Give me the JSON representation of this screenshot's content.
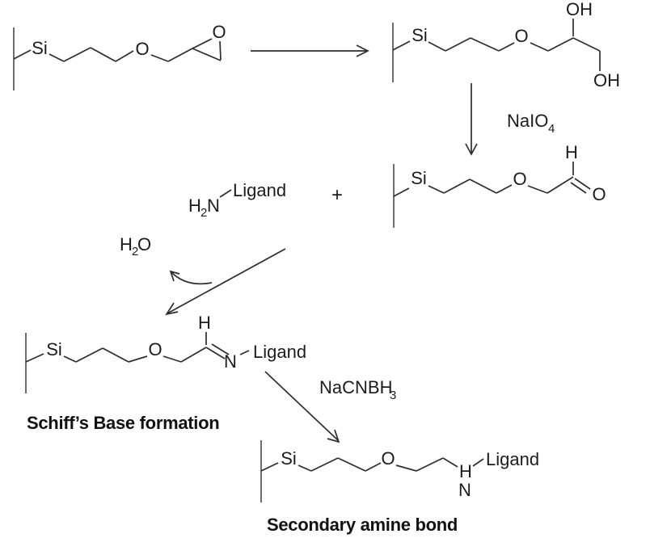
{
  "scheme": {
    "atoms": {
      "si": "Si",
      "o": "O",
      "oh": "OH",
      "h": "H",
      "n": "N"
    },
    "amine_reagent": {
      "h": "H",
      "sub": "2",
      "n": "N"
    },
    "ligand_label": "Ligand",
    "plus_sign": "+",
    "water": {
      "h": "H",
      "sub": "2",
      "o": "O"
    },
    "oxidant": {
      "main": "NaIO",
      "sub": "4"
    },
    "reductant": {
      "main": "NaCNBH",
      "sub": "3"
    },
    "captions": {
      "schiff": "Schiff’s Base formation",
      "secondary": "Secondary amine bond"
    },
    "colors": {
      "background": "#ffffff",
      "line": "#2e2e2e",
      "text": "#1c1c1c"
    }
  }
}
